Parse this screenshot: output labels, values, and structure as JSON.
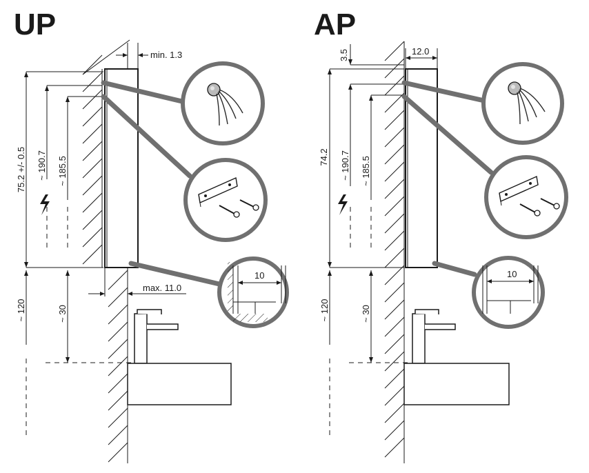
{
  "panels": [
    {
      "title": "UP",
      "dims": {
        "top_clearance": "min. 1.3",
        "height": "75.2 +/- 0.5",
        "cable_height": "~ 190.7",
        "mount_height": "~ 185.5",
        "depth": "max. 11.0",
        "basin_height": "~ 120",
        "gap_to_tap": "~ 30",
        "detail_width": "10"
      }
    },
    {
      "title": "AP",
      "dims": {
        "top_offset": "3.5",
        "depth_top": "12.0",
        "height": "74.2",
        "cable_height": "~ 190.7",
        "mount_height": "~ 185.5",
        "basin_height": "~ 120",
        "gap_to_tap": "~ 30",
        "detail_width": "10"
      }
    }
  ],
  "icons": [
    "cable-icon",
    "mounting-bracket-icon",
    "screw-icon",
    "lightning-icon",
    "faucet-icon"
  ]
}
